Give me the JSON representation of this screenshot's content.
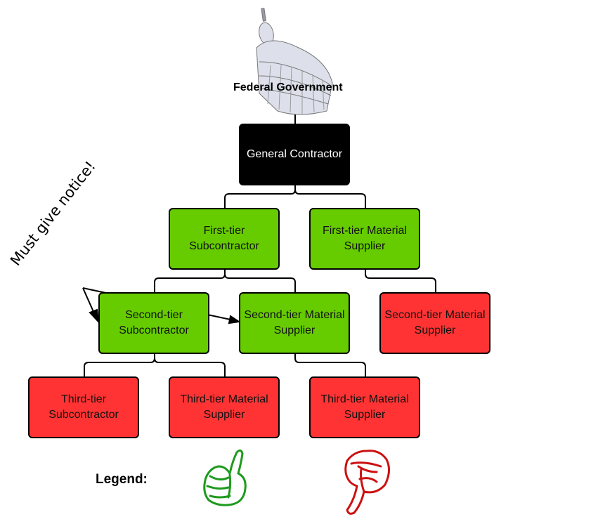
{
  "diagram": {
    "root": {
      "label": "Federal Government",
      "icon": "capitol-dome-icon"
    },
    "nodes": [
      {
        "id": "general-contractor",
        "label": "General Contractor",
        "tier": 0,
        "status": "owner"
      },
      {
        "id": "first-tier-subcontractor",
        "label": "First-tier Subcontractor",
        "tier": 1,
        "status": "covered"
      },
      {
        "id": "first-tier-material-supplier",
        "label": "First-tier Material Supplier",
        "tier": 1,
        "status": "covered"
      },
      {
        "id": "second-tier-subcontractor",
        "label": "Second-tier Subcontractor",
        "tier": 2,
        "status": "covered"
      },
      {
        "id": "second-tier-material-supplier-a",
        "label": "Second-tier Material Supplier",
        "tier": 2,
        "status": "covered"
      },
      {
        "id": "second-tier-material-supplier-b",
        "label": "Second-tier Material Supplier",
        "tier": 2,
        "status": "not-covered"
      },
      {
        "id": "third-tier-subcontractor",
        "label": "Third-tier Subcontractor",
        "tier": 3,
        "status": "not-covered"
      },
      {
        "id": "third-tier-material-supplier-a",
        "label": "Third-tier Material Supplier",
        "tier": 3,
        "status": "not-covered"
      },
      {
        "id": "third-tier-material-supplier-b",
        "label": "Third-tier Material Supplier",
        "tier": 3,
        "status": "not-covered"
      }
    ],
    "edges": [
      [
        "federal-government",
        "general-contractor"
      ],
      [
        "general-contractor",
        "first-tier-subcontractor"
      ],
      [
        "general-contractor",
        "first-tier-material-supplier"
      ],
      [
        "first-tier-subcontractor",
        "second-tier-subcontractor"
      ],
      [
        "first-tier-subcontractor",
        "second-tier-material-supplier-a"
      ],
      [
        "first-tier-material-supplier",
        "second-tier-material-supplier-b"
      ],
      [
        "second-tier-subcontractor",
        "third-tier-subcontractor"
      ],
      [
        "second-tier-subcontractor",
        "third-tier-material-supplier-a"
      ],
      [
        "second-tier-material-supplier-a",
        "third-tier-material-supplier-b"
      ]
    ],
    "annotation": {
      "text": "Must give notice!",
      "targets": [
        "second-tier-subcontractor",
        "second-tier-material-supplier-a"
      ]
    },
    "colors": {
      "owner": "#000000",
      "covered": "#66cc00",
      "not_covered": "#ff3333",
      "thumb_up": "#1e9a1e",
      "thumb_down": "#cc1111"
    },
    "legend": {
      "label": "Legend:",
      "items": [
        {
          "icon": "thumbs-up-icon",
          "meaning": "covered"
        },
        {
          "icon": "thumbs-down-icon",
          "meaning": "not covered"
        }
      ]
    }
  }
}
